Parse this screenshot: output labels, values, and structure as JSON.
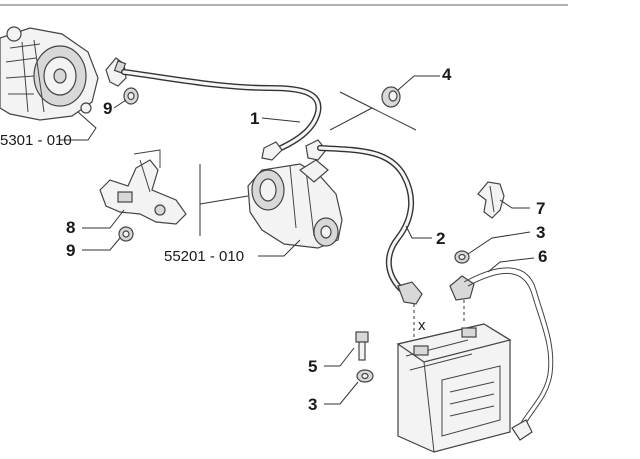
{
  "callouts": {
    "alternator_ref": "5301 - 010",
    "starter_ref": "55201 - 010",
    "n1": "1",
    "n2": "2",
    "n3a": "3",
    "n3b": "3",
    "n4": "4",
    "n5": "5",
    "n6": "6",
    "n7": "7",
    "n8": "8",
    "n9a": "9",
    "n9b": "9"
  },
  "measure_mark": "x"
}
